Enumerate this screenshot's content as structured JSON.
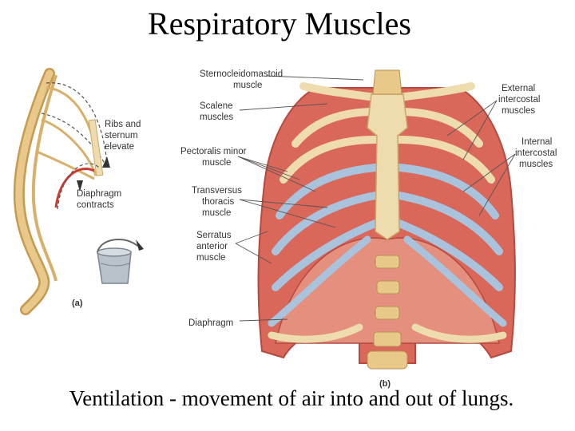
{
  "slide": {
    "title": "Respiratory Muscles",
    "caption": "Ventilation - movement of air into and out of lungs."
  },
  "panel_a": {
    "tag": "(a)",
    "labels": {
      "ribs_line1": "Ribs and",
      "ribs_line2": "sternum",
      "ribs_line3": "elevate",
      "diaphragm_line1": "Diaphragm",
      "diaphragm_line2": "contracts"
    }
  },
  "panel_b": {
    "tag": "(b)",
    "labels": {
      "scm_line1": "Sternocleidomastoid",
      "scm_line2": "muscle",
      "scalene_line1": "Scalene",
      "scalene_line2": "muscles",
      "pec_line1": "Pectoralis minor",
      "pec_line2": "muscle",
      "trans_line1": "Transversus",
      "trans_line2": "thoracis",
      "trans_line3": "muscle",
      "serratus_line1": "Serratus",
      "serratus_line2": "anterior",
      "serratus_line3": "muscle",
      "diaphragm": "Diaphragm",
      "ext_line1": "External",
      "ext_line2": "intercostal",
      "ext_line3": "muscles",
      "int_line1": "Internal",
      "int_line2": "intercostal",
      "int_line3": "muscles"
    }
  },
  "colors": {
    "muscle": "#d9675a",
    "muscle_dark": "#b44a40",
    "bone": "#efdcae",
    "cartilage": "#a9c3dd",
    "spine": "#e8c98a",
    "bucket": "#b9c2c9"
  }
}
